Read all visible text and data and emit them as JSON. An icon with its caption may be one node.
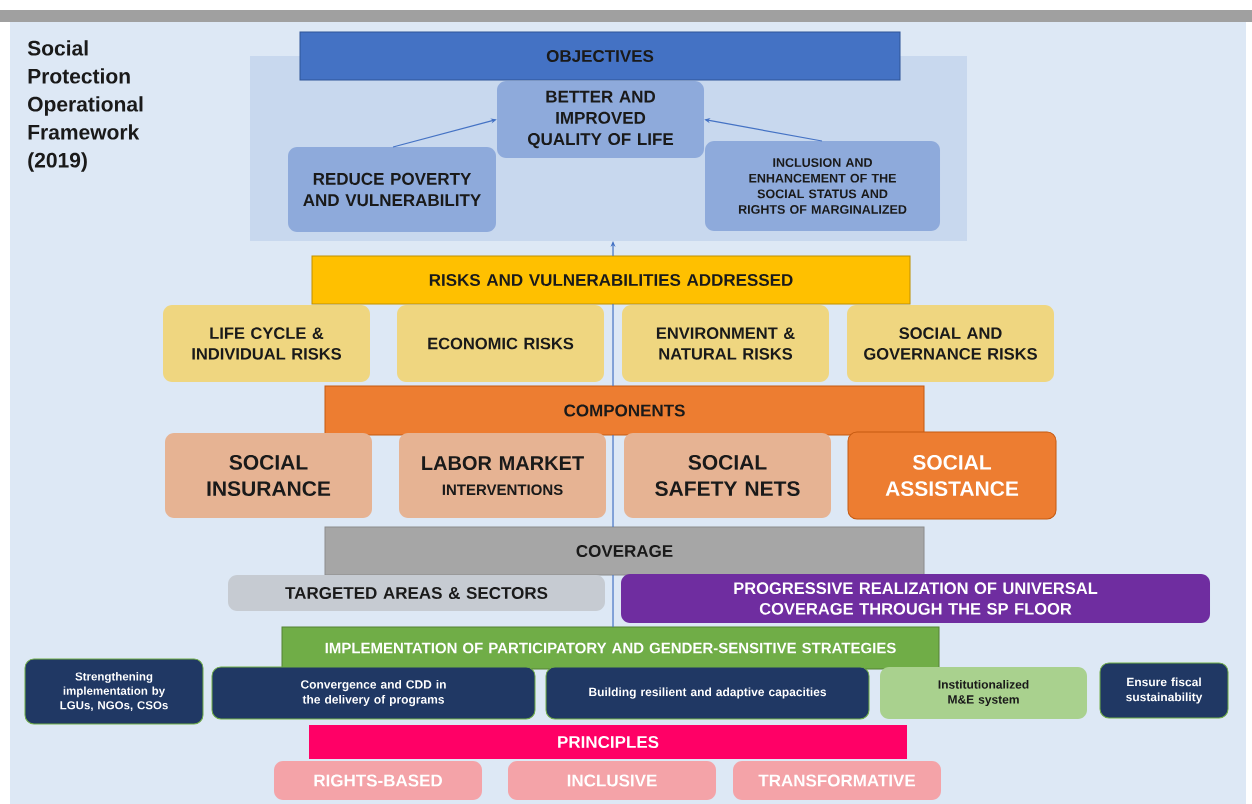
{
  "diagram": {
    "title": "Social Protection Operational Framework (2019)",
    "nodes": [
      {
        "text": [
          "OBJECTIVES"
        ]
      },
      {
        "text": [],
        "shape": "box"
      },
      {
        "text": [
          "BETTER AND IMPROVED QUALITY OF LIFE"
        ],
        "in": 1
      },
      {
        "text": [
          "REDUCE POVERTY AND VULNERABILITY"
        ],
        "in": 1
      },
      {
        "text": [
          "INCLUSION AND ENHANCEMENT OF THE SOCIAL STATUS AND RIGHTS OF MARGINALIZED"
        ],
        "in": 1
      },
      {
        "text": [
          "RISKS AND VULNERABILITIES ADDRESSED"
        ]
      },
      {
        "text": [
          "LIFE CYCLE & INDIVIDUAL RISKS"
        ]
      },
      {
        "text": [
          "ECONOMIC RISKS"
        ]
      },
      {
        "text": [
          "ENVIRONMENT & NATURAL RISKS"
        ]
      },
      {
        "text": [
          "SOCIAL AND GOVERNANCE RISKS"
        ]
      },
      {
        "text": [
          "COMPONENTS"
        ]
      },
      {
        "text": [
          "SOCIAL INSURANCE"
        ]
      },
      {
        "text": [
          "LABOR MARKET",
          "INTERVENTIONS"
        ]
      },
      {
        "text": [
          "SOCIAL SAFETY NETS"
        ]
      },
      {
        "text": [
          "SOCIAL ASSISTANCE"
        ]
      },
      {
        "text": [
          "COVERAGE"
        ]
      },
      {
        "text": [
          "TARGETED AREAS & SECTORS"
        ]
      },
      {
        "text": [
          "PROGRESSIVE REALIZATION OF UNIVERSAL COVERAGE THROUGH THE SP FLOOR"
        ]
      },
      {
        "text": [
          "IMPLEMENTATION OF PARTICIPATORY AND GENDER-SENSITIVE STRATEGIES"
        ]
      },
      {
        "text": [
          "Strengthening implementation by LGUs, NGOs, CSOs"
        ]
      },
      {
        "text": [
          "Convergence and CDD in the delivery of programs"
        ]
      },
      {
        "text": [
          "Building resilient and adaptive capacities"
        ]
      },
      {
        "text": [
          "Institutionalized M&E system"
        ]
      },
      {
        "text": [
          "Ensure fiscal sustainability"
        ]
      },
      {
        "text": [
          "PRINCIPLES"
        ]
      },
      {
        "text": [
          "RIGHTS-BASED"
        ]
      },
      {
        "text": [
          "INCLUSIVE"
        ]
      },
      {
        "text": [
          "TRANSFORMATIVE"
        ]
      }
    ],
    "edges": [
      {
        "from": 3,
        "to": 2,
        "arrow": "to"
      },
      {
        "from": 4,
        "to": 2,
        "arrow": "to"
      },
      {
        "from": 18,
        "to": 15,
        "arrow": "none"
      },
      {
        "from": 15,
        "to": 10,
        "arrow": "none"
      },
      {
        "from": 10,
        "to": 5,
        "arrow": "none"
      },
      {
        "from": 5,
        "to": 1,
        "arrow": "to"
      }
    ]
  }
}
